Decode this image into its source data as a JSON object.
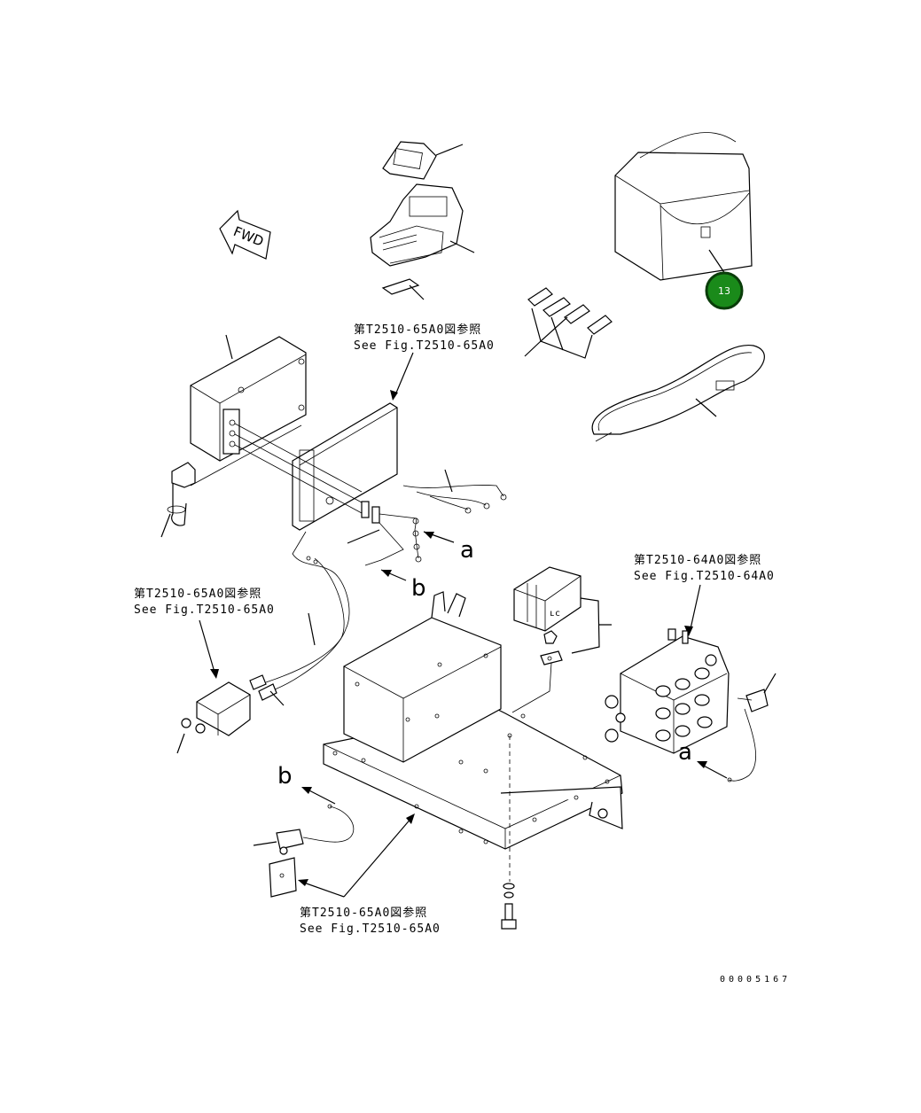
{
  "refs": {
    "top": {
      "jp": "第T2510-65A0図参照",
      "en": "See Fig.T2510-65A0"
    },
    "left": {
      "jp": "第T2510-65A0図参照",
      "en": "See Fig.T2510-65A0"
    },
    "right": {
      "jp": "第T2510-64A0図参照",
      "en": "See Fig.T2510-64A0"
    },
    "bottom": {
      "jp": "第T2510-65A0図参照",
      "en": "See Fig.T2510-65A0"
    }
  },
  "labels": {
    "a": "a",
    "b": "b",
    "fwd": "FWD"
  },
  "badge": {
    "number": "13",
    "color": "#1a8a1a"
  },
  "doc_number": "00005167"
}
